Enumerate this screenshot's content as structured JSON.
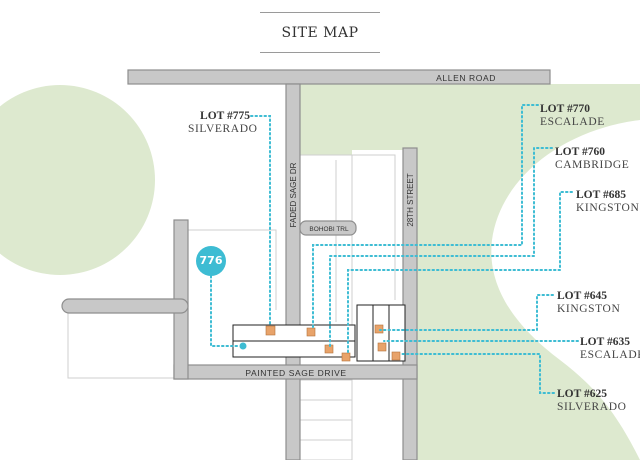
{
  "title": "SITE MAP",
  "colors": {
    "road_fill": "#c8c8c8",
    "road_edge": "#8e8e8e",
    "green_area": "#dde9cf",
    "accent": "#3dbcd3",
    "house": "#e8a36a",
    "outline": "#cfcfcf"
  },
  "roads": {
    "allen_road": "ALLEN ROAD",
    "faded_sage_dr": "FADED SAGE DR",
    "street_28th": "28TH STREET",
    "bohobi_trl": "BOHOBI TRL",
    "painted_sage_drive": "PAINTED SAGE DRIVE"
  },
  "lots": [
    {
      "key": "775",
      "num": "LOT #775",
      "name": "SILVERADO"
    },
    {
      "key": "770",
      "num": "LOT #770",
      "name": "ESCALADE"
    },
    {
      "key": "760",
      "num": "LOT #760",
      "name": "CAMBRIDGE"
    },
    {
      "key": "685",
      "num": "LOT #685",
      "name": "KINGSTON"
    },
    {
      "key": "645",
      "num": "LOT #645",
      "name": "KINGSTON"
    },
    {
      "key": "635",
      "num": "LOT #635",
      "name": "ESCALADE"
    },
    {
      "key": "625",
      "num": "LOT #625",
      "name": "SILVERADO"
    }
  ],
  "badge": "776"
}
